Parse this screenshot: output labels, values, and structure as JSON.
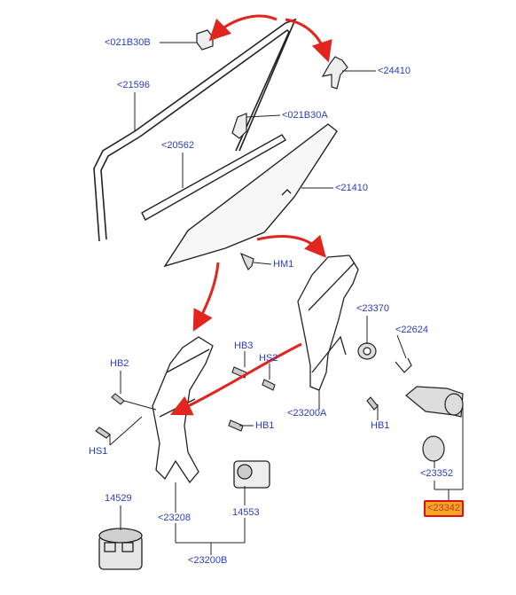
{
  "diagram": {
    "labels": {
      "p021B30B": "<021B30B",
      "p24410": "<24410",
      "p21596": "<21596",
      "p021B30A": "<021B30A",
      "p20562": "<20562",
      "p21410": "<21410",
      "HM1": "HM1",
      "p23370": "<23370",
      "p22624": "<22624",
      "HB3": "HB3",
      "HS2": "HS2",
      "HB2": "HB2",
      "HB1_left": "HB1",
      "HB1_right": "HB1",
      "HS1": "HS1",
      "p23200A": "<23200A",
      "p23352": "<23352",
      "p23342": "<23342",
      "p14529": "14529",
      "p14553": "14553",
      "p23208": "<23208",
      "p23200B": "<23200B"
    },
    "highlighted_label": "p23342",
    "colors": {
      "label_text": "#2a3cc8",
      "highlight_fill": "#f5a623",
      "highlight_border": "#e01010",
      "arrow": "#e0261e",
      "line": "#222222"
    }
  }
}
